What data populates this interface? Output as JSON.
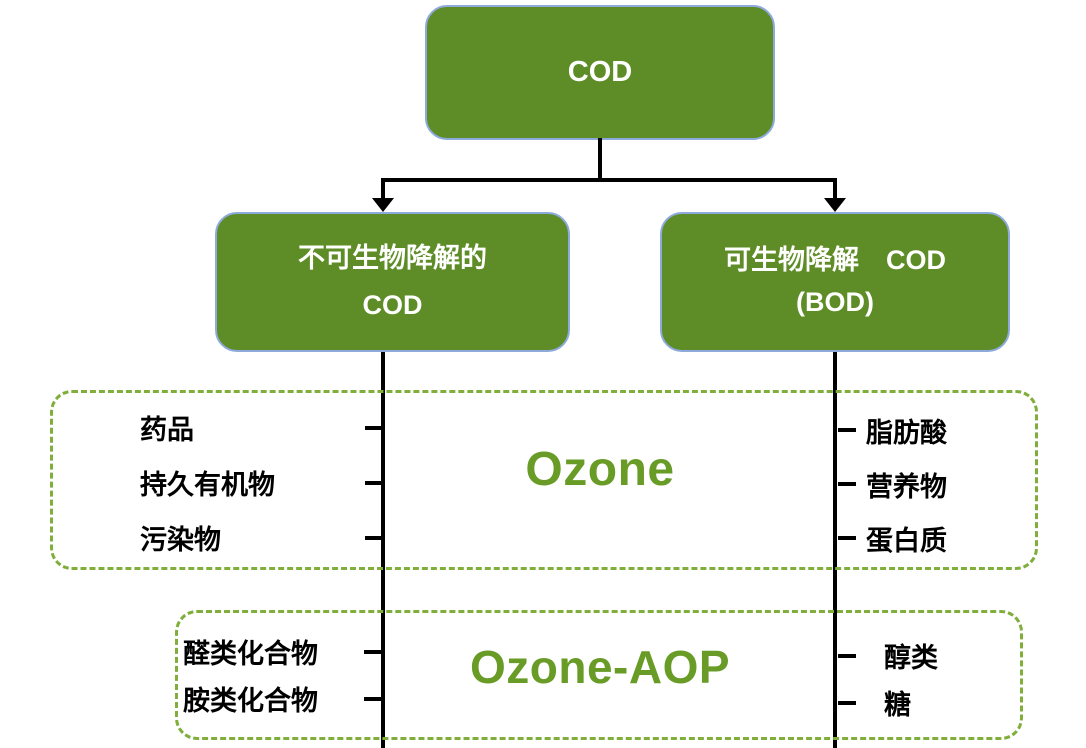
{
  "colors": {
    "node_green": "#5e8c26",
    "node_border_blue": "#8eaadb",
    "dashed_green": "#7fae3b",
    "title_green": "#699b27",
    "line_black": "#000000"
  },
  "tree": {
    "root_label": "COD",
    "left_node_line1": "不可生物降解的",
    "left_node_line2": "COD",
    "right_node_line1": "可生物降解　COD",
    "right_node_line2": "(BOD)"
  },
  "ozone_section": {
    "title": "Ozone",
    "left_items": [
      "药品",
      "持久有机物",
      "污染物"
    ],
    "right_items": [
      "脂肪酸",
      "营养物",
      "蛋白质"
    ]
  },
  "aop_section": {
    "title": "Ozone-AOP",
    "left_items": [
      "醛类化合物",
      "胺类化合物"
    ],
    "right_items": [
      "醇类",
      "糖"
    ]
  }
}
